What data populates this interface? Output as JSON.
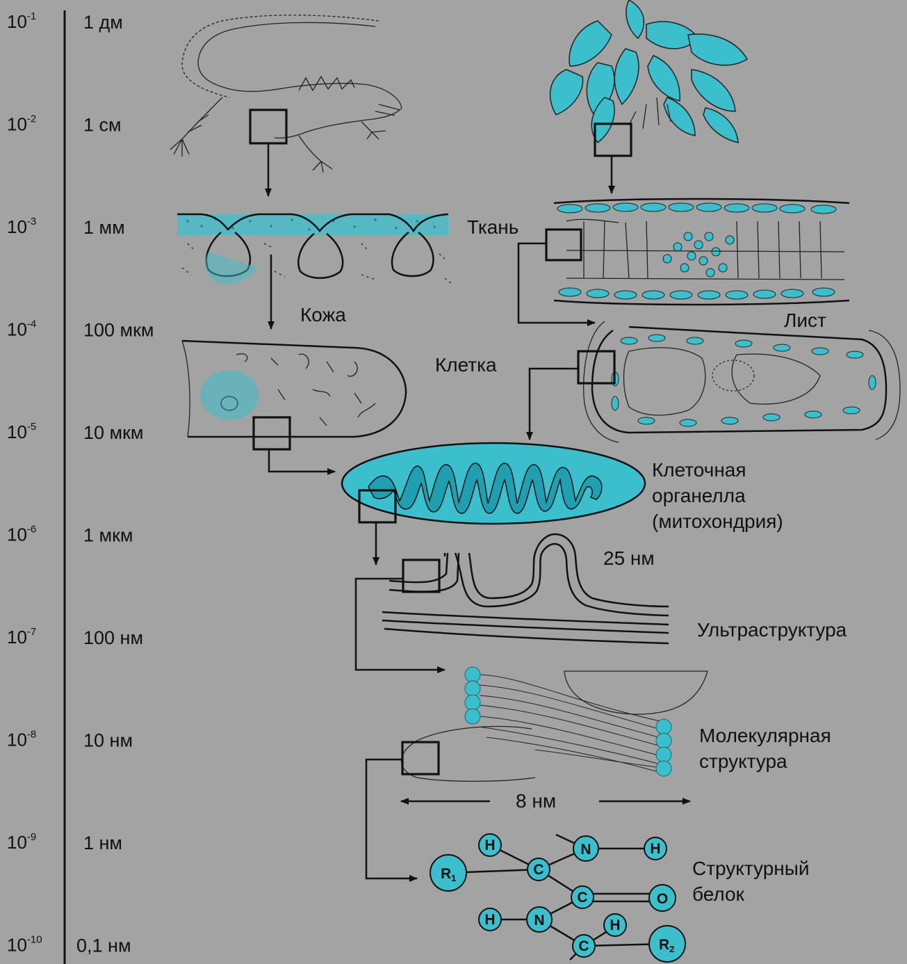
{
  "scale": [
    {
      "base": "10",
      "exp": "-1",
      "unit": "1 дм"
    },
    {
      "base": "10",
      "exp": "-2",
      "unit": "1 см"
    },
    {
      "base": "10",
      "exp": "-3",
      "unit": "1 мм"
    },
    {
      "base": "10",
      "exp": "-4",
      "unit": "100 мкм"
    },
    {
      "base": "10",
      "exp": "-5",
      "unit": "10 мкм"
    },
    {
      "base": "10",
      "exp": "-6",
      "unit": "1 мкм"
    },
    {
      "base": "10",
      "exp": "-7",
      "unit": "100 нм"
    },
    {
      "base": "10",
      "exp": "-8",
      "unit": "10 нм"
    },
    {
      "base": "10",
      "exp": "-9",
      "unit": "1 нм"
    },
    {
      "base": "10",
      "exp": "-10",
      "unit": "0,1 нм"
    }
  ],
  "labels": {
    "tissue": "Ткань",
    "skin": "Кожа",
    "leaf": "Лист",
    "cell": "Клетка",
    "organelle_1": "Клеточная",
    "organelle_2": "органелла",
    "organelle_3": "(митохондрия)",
    "membrane_size": "25 нм",
    "ultrastructure": "Ультраструктура",
    "molecular_1": "Молекулярная",
    "molecular_2": "структура",
    "bilayer_size": "8 нм",
    "protein_1": "Структурный",
    "protein_2": "белок"
  },
  "atoms": {
    "h1": "H",
    "n1": "N",
    "h2": "H",
    "r1": "R",
    "r1_sub": "1",
    "c1": "C",
    "c2": "C",
    "o1": "O",
    "h3": "H",
    "n2": "N",
    "h4": "H",
    "c3": "C",
    "r2": "R",
    "r2_sub": "2"
  },
  "colors": {
    "background": "#a3a3a3",
    "accent": "#3bbfcc",
    "ink": "#111111"
  }
}
